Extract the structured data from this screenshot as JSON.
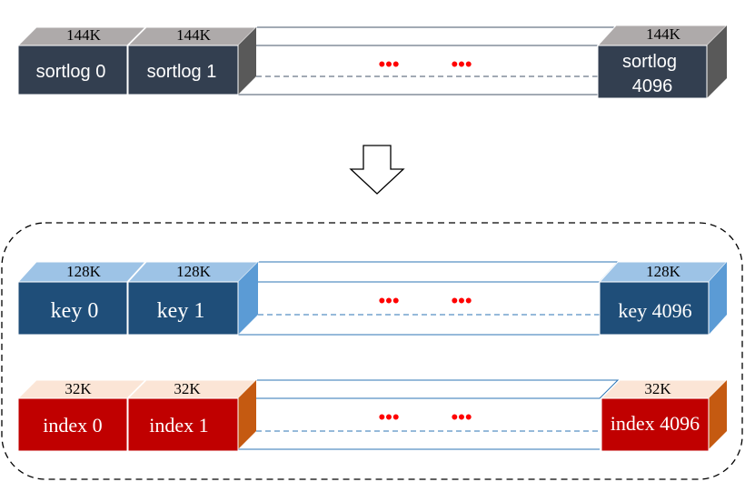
{
  "sortlog_row": {
    "blocks": [
      {
        "label": "sortlog 0",
        "size": "144K"
      },
      {
        "label": "sortlog 1",
        "size": "144K"
      }
    ],
    "last": {
      "label_line1": "sortlog",
      "label_line2": "4096",
      "size": "144K"
    },
    "ellipsis": [
      "•••",
      "•••"
    ]
  },
  "key_row": {
    "blocks": [
      {
        "label": "key 0",
        "size": "128K"
      },
      {
        "label": "key 1",
        "size": "128K"
      }
    ],
    "last": {
      "label": "key 4096",
      "size": "128K"
    },
    "ellipsis": [
      "•••",
      "•••"
    ]
  },
  "index_row": {
    "blocks": [
      {
        "label": "index 0",
        "size": "32K"
      },
      {
        "label": "index 1",
        "size": "32K"
      }
    ],
    "last": {
      "label": "index 4096",
      "size": "32K"
    },
    "ellipsis": [
      "•••",
      "•••"
    ]
  },
  "colors": {
    "sortlog_front": "#333f50",
    "sortlog_top": "#aeaaaa",
    "sortlog_side": "#595959",
    "key_front": "#1f4e79",
    "key_top": "#9dc3e6",
    "key_side": "#5b9bd5",
    "index_front": "#c00000",
    "index_top": "#fbe5d6",
    "index_side": "#c55a11",
    "ellipsis": "#ff0000"
  }
}
